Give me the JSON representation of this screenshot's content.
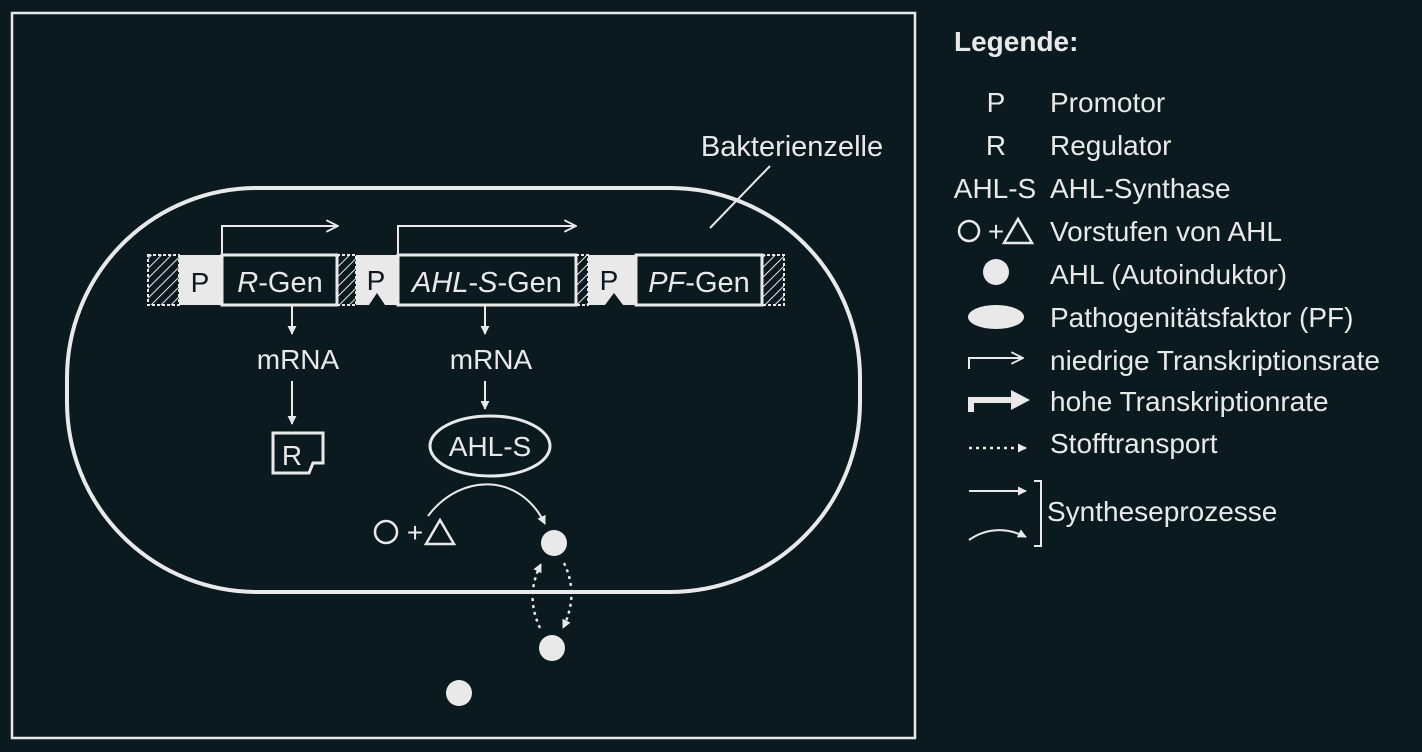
{
  "colors": {
    "background": "#0b1a1f",
    "foreground": "#e9e9e9"
  },
  "diagram": {
    "cell_label": "Bakterienzelle",
    "genes": {
      "promoter_label": "P",
      "r_gen": {
        "italic": "R",
        "suffix": "-Gen"
      },
      "ahls_gen": {
        "italic_a": "AHL",
        "mid": "-",
        "italic_b": "S",
        "suffix": "-Gen"
      },
      "pf_gen": {
        "italic": "PF",
        "suffix": "-Gen"
      }
    },
    "mrna_left": "mRNA",
    "mrna_mid": "mRNA",
    "regulator_label": "R",
    "enzyme_label": "AHL-S",
    "precursor": {
      "circle": "O",
      "plus": "+",
      "triangle": "Δ"
    }
  },
  "legend": {
    "title": "Legende:",
    "items": [
      {
        "symbol": "P",
        "text": "Promotor"
      },
      {
        "symbol": "R",
        "text": "Regulator"
      },
      {
        "symbol": "AHL-S",
        "text": "AHL-Synthase"
      },
      {
        "symbol": "O+Δ",
        "text": "Vorstufen von AHL"
      },
      {
        "symbol": "circle-icon",
        "text": "AHL (Autoinduktor)"
      },
      {
        "symbol": "ellipse-icon",
        "text": "Pathogenitätsfaktor (PF)"
      },
      {
        "symbol": "thin-arrow-icon",
        "text": "niedrige Transkriptionsrate"
      },
      {
        "symbol": "thick-arrow-icon",
        "text": "hohe Transkriptionrate"
      },
      {
        "symbol": "dotted-arrow-icon",
        "text": "Stofftransport"
      }
    ],
    "synthesis": "Syntheseprozesse"
  }
}
